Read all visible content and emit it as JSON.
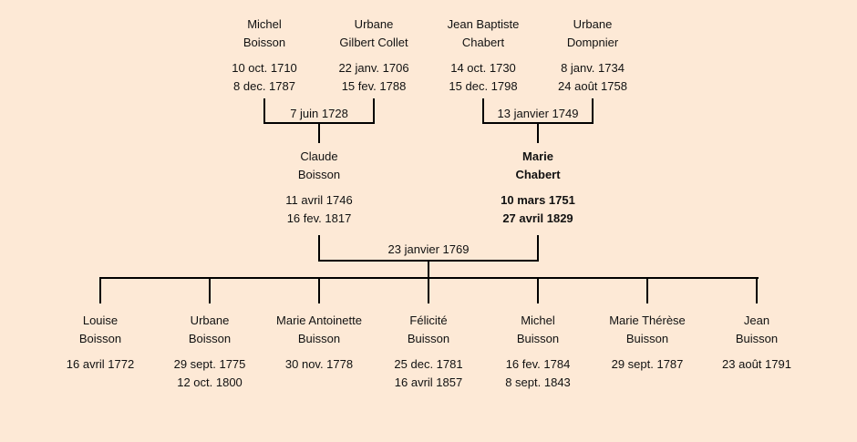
{
  "grandparents": [
    {
      "first": "Michel",
      "last": "Boisson",
      "birth": "10 oct. 1710",
      "death": "8 dec. 1787"
    },
    {
      "first": "Urbane",
      "last": "Gilbert Collet",
      "birth": "22 janv. 1706",
      "death": "15 fev. 1788"
    },
    {
      "first": "Jean Baptiste",
      "last": "Chabert",
      "birth": "14 oct. 1730",
      "death": "15 dec. 1798"
    },
    {
      "first": "Urbane",
      "last": "Dompnier",
      "birth": "8 janv. 1734",
      "death": "24 août 1758"
    }
  ],
  "marriages": {
    "paternal": "7 juin 1728",
    "maternal": "13 janvier 1749",
    "parents": "23 janvier 1769"
  },
  "parents": [
    {
      "first": "Claude",
      "last": "Boisson",
      "birth": "11 avril 1746",
      "death": "16 fev. 1817"
    },
    {
      "first": "Marie",
      "last": "Chabert",
      "birth": "10 mars 1751",
      "death": "27 avril 1829"
    }
  ],
  "children": [
    {
      "first": "Louise",
      "last": "Boisson",
      "birth": "16 avril 1772",
      "death": ""
    },
    {
      "first": "Urbane",
      "last": "Boisson",
      "birth": "29 sept. 1775",
      "death": "12 oct. 1800"
    },
    {
      "first": "Marie Antoinette",
      "last": "Buisson",
      "birth": "30 nov. 1778",
      "death": ""
    },
    {
      "first": "Félicité",
      "last": "Buisson",
      "birth": "25 dec. 1781",
      "death": "16 avril 1857"
    },
    {
      "first": "Michel",
      "last": "Buisson",
      "birth": "16 fev. 1784",
      "death": "8 sept. 1843"
    },
    {
      "first": "Marie Thérèse",
      "last": "Buisson",
      "birth": "29 sept. 1787",
      "death": ""
    },
    {
      "first": "Jean",
      "last": "Buisson",
      "birth": "23 août 1791",
      "death": ""
    }
  ]
}
